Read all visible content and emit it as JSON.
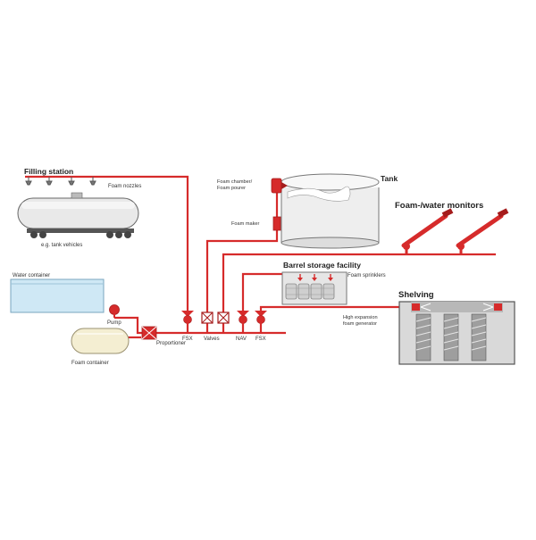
{
  "colors": {
    "pipe": "#d62b2b",
    "pipe_dark": "#a51c1c",
    "water": "#cfe8f5",
    "foam_tank": "#f4eed2",
    "tank_body": "#eeeeee",
    "metal": "#8c8c8c"
  },
  "labels": {
    "filling_station": "Filling station",
    "foam_nozzles": "Foam nozzles",
    "tank_vehicles": "e.g. tank vehicles",
    "water_container": "Water container",
    "pump": "Pump",
    "foam_container": "Foam container",
    "proportioner": "Proportioner",
    "fsx_left": "FSX",
    "valves": "Valves",
    "nav": "NAV",
    "fsx_right": "FSX",
    "foam_chamber_line1": "Foam chamber/",
    "foam_chamber_line2": "Foam pourer",
    "foam_maker": "Foam maker",
    "tank": "Tank",
    "foam_water_monitors": "Foam-/water monitors",
    "barrel_storage": "Barrel storage facility",
    "foam_sprinklers": "Foam sprinklers",
    "shelving": "Shelving",
    "hi_ex_line1": "High expansion",
    "hi_ex_line2": "foam generator"
  },
  "icons": {
    "valve": "butterfly-valve-icon",
    "check_valve": "check-valve-icon",
    "nozzle": "foam-nozzle-icon",
    "sprinkler": "foam-sprinkler-icon",
    "monitor": "foam-monitor-icon",
    "pump": "pump-icon"
  }
}
